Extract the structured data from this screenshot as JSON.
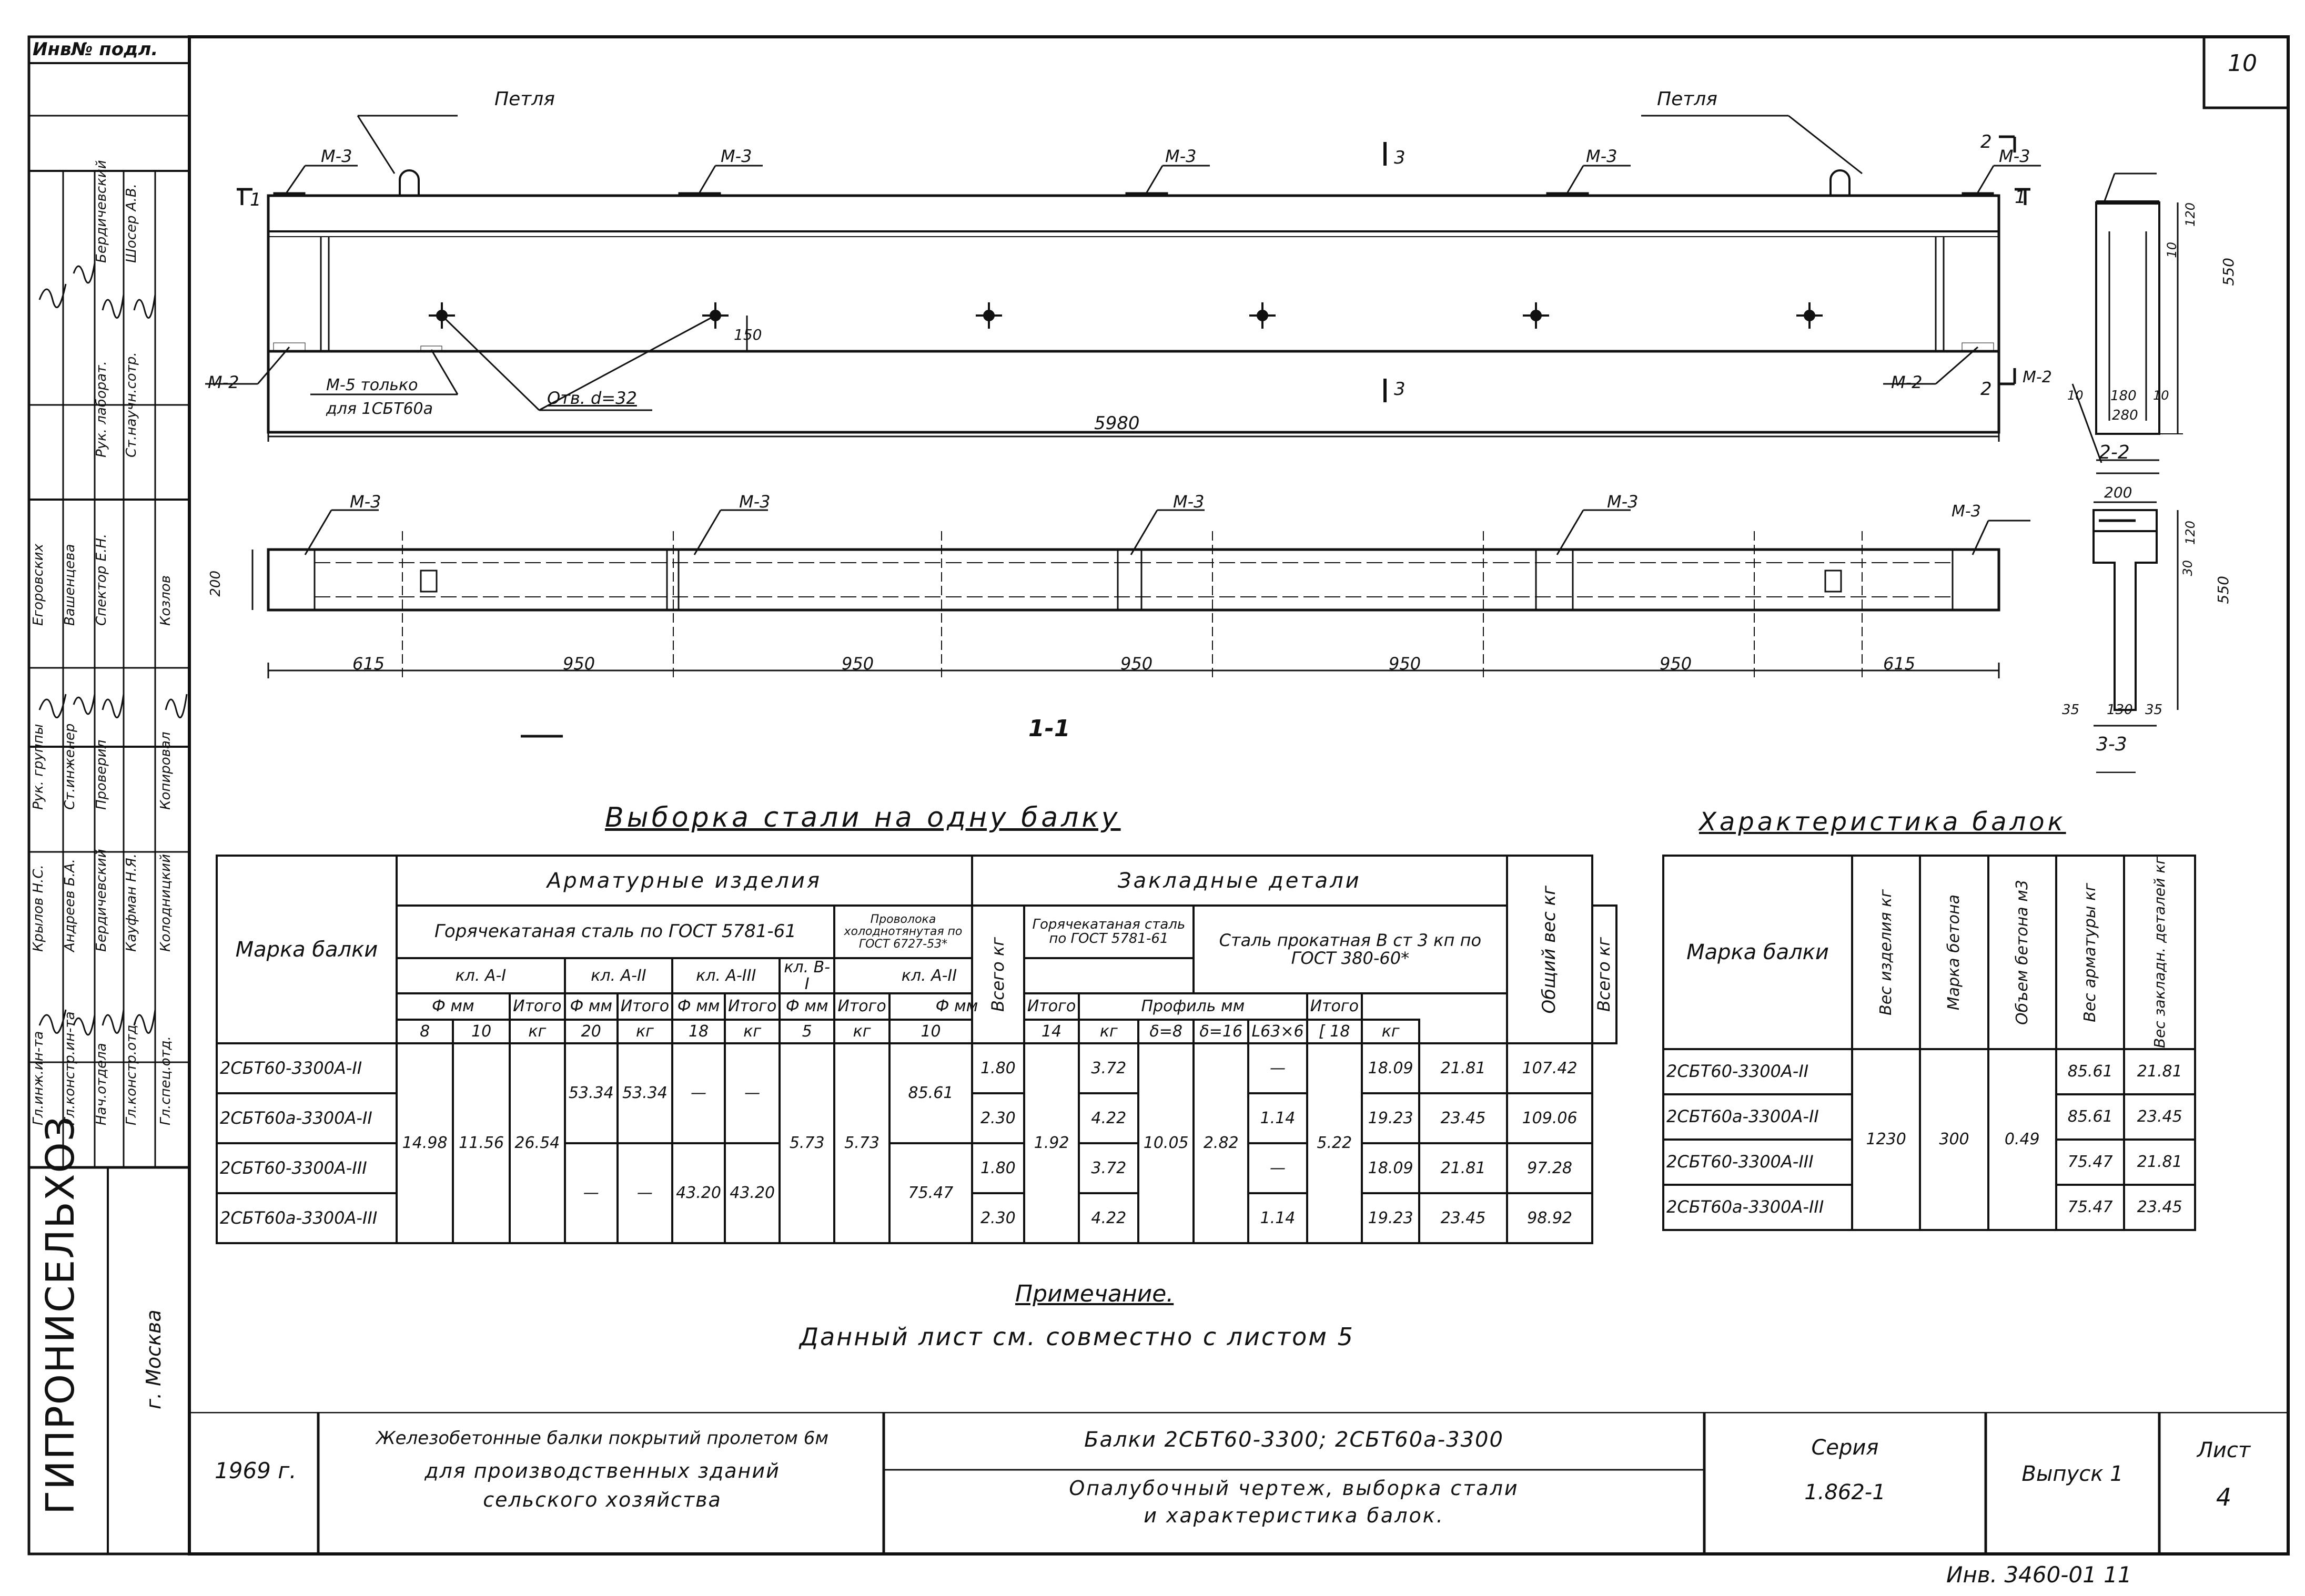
{
  "sheet": {
    "number": "10",
    "inventory_label": "Инв№ подл.",
    "stamp_bottom": "Инв. 3460-01 11"
  },
  "drawing": {
    "loop_left": "Петля",
    "loop_right": "Петля",
    "m3": "М-3",
    "m2": "М-2",
    "m5_note_line1": "М-5 только",
    "m5_note_line2": "для 1СБТ60а",
    "hole_note": "Отв. d=32",
    "section_1_mark": "1",
    "section_2_mark": "2",
    "section_3_mark": "3",
    "dim_150": "150",
    "dim_5980": "5980",
    "dim_200": "200",
    "dim_615": "615",
    "dim_950": "950",
    "view_label": "1-1",
    "sec22": {
      "label": "2-2",
      "d120": "120",
      "d10": "10",
      "d550": "550",
      "d180": "180",
      "d280": "280"
    },
    "sec33": {
      "label": "3-3",
      "d200": "200",
      "d120": "120",
      "d30": "30",
      "d550": "550",
      "d35": "35",
      "d130": "130"
    }
  },
  "steel": {
    "title": "Выборка стали на одну балку",
    "h_mark": "Марка балки",
    "h_arm": "Арматурные изделия",
    "h_hot": "Горячекатаная сталь по ГОСТ 5781-61",
    "h_wire": "Проволока холоднотянутая по ГОСТ 6727-53*",
    "h_cls1": "кл. А-I",
    "h_cls2": "кл. А-II",
    "h_cls3": "кл. А-III",
    "h_clsb": "кл. В-I",
    "h_dia_mm": "Ф мм",
    "h_itogo": "Итого",
    "h_vsego": "Всего кг",
    "h_emb": "Закладные детали",
    "h_hot2": "Горячекатаная сталь по ГОСТ 5781-61",
    "h_cls2b": "кл. А-II",
    "h_rolled": "Сталь прокатная В ст 3 кп по ГОСТ 380-60*",
    "h_profile": "Профиль мм",
    "h_total": "Общий вес кг",
    "u_kg": "кг",
    "d8": "8",
    "d10": "10",
    "d20": "20",
    "d18": "18",
    "d5": "5",
    "d14": "14",
    "p_d8": "δ=8",
    "p_d16": "δ=16",
    "p_l63": "L63×6",
    "p_c18": "[ 18",
    "rows": [
      {
        "mark": "2СБТ60-3300А-II",
        "wire_total": "85.61",
        "e10": "1.80",
        "e_itogo": "3.72",
        "l63": "—",
        "e_itog2": "18.09",
        "e_vsego": "21.81",
        "total": "107.42"
      },
      {
        "mark": "2СБТ60а-3300А-II",
        "e10": "2.30",
        "e_itogo": "4.22",
        "l63": "1.14",
        "e_itog2": "19.23",
        "e_vsego": "23.45",
        "total": "109.06"
      },
      {
        "mark": "2СБТ60-3300А-III",
        "wire_total": "75.47",
        "e10": "1.80",
        "e_itogo": "3.72",
        "l63": "—",
        "e_itog2": "18.09",
        "e_vsego": "21.81",
        "total": "97.28"
      },
      {
        "mark": "2СБТ60а-3300А-III",
        "e10": "2.30",
        "e_itogo": "4.22",
        "l63": "1.14",
        "e_itog2": "19.23",
        "e_vsego": "23.45",
        "total": "98.92"
      }
    ],
    "shared": {
      "a8": "14.98",
      "a10": "11.56",
      "a_it": "26.54",
      "a20": "53.34",
      "a20it": "53.34",
      "dash": "—",
      "a18": "43.20",
      "a18it": "43.20",
      "b5": "5.73",
      "b5it": "5.73",
      "e14": "1.92",
      "d8v": "10.05",
      "d16v": "2.82",
      "c18v": "5.22"
    }
  },
  "char": {
    "title": "Характеристика балок",
    "h_mark": "Марка балки",
    "h_weight": "Вес изделия кг",
    "h_concrete": "Марка бетона",
    "h_volume": "Объем бетона м3",
    "h_arm": "Вес арматуры кг",
    "h_emb": "Вес закладн. деталей кг",
    "weight": "1230",
    "concrete": "300",
    "volume": "0.49",
    "rows": [
      {
        "mark": "2СБТ60-3300А-II",
        "arm": "85.61",
        "emb": "21.81"
      },
      {
        "mark": "2СБТ60а-3300А-II",
        "arm": "85.61",
        "emb": "23.45"
      },
      {
        "mark": "2СБТ60-3300А-III",
        "arm": "75.47",
        "emb": "21.81"
      },
      {
        "mark": "2СБТ60а-3300А-III",
        "arm": "75.47",
        "emb": "23.45"
      }
    ]
  },
  "note": {
    "title": "Примечание.",
    "text": "Данный лист см. совместно с листом 5"
  },
  "title_block": {
    "org": "ГИПРОНИСЕЛЬХОЗ",
    "city": "г. Москва",
    "year": "1969 г.",
    "desc1": "Железобетонные балки покрытий пролетом 6м",
    "desc2": "для производственных зданий",
    "desc3": "сельского хозяйства",
    "title": "Балки 2СБТ60-3300; 2СБТ60а-3300",
    "sub1": "Опалубочный чертеж, выборка стали",
    "sub2": "и характеристика балок.",
    "series_label": "Серия",
    "series": "1.862-1",
    "issue": "Выпуск 1",
    "sheet_label": "Лист",
    "sheet": "4"
  },
  "sidebar": {
    "roles": [
      "Гл.инж.ин-та",
      "Гл.констр.ин-та",
      "Нач.отдела",
      "Гл.констр.отд.",
      "Гл.спец.отд."
    ],
    "names": [
      "Крылов Н.С.",
      "Андреев Б.А.",
      "Бердичевский",
      "Кауфман Н.Я.",
      "Колодницкий"
    ],
    "roles2": [
      "Рук. группы",
      "Ст.инженер",
      "Проверил",
      "Копировал"
    ],
    "names2": [
      "Егоровских",
      "Вашенцева",
      "Спектор Е.Н.",
      "Козлов"
    ],
    "roles3": [
      "Рук. лаборат.",
      "Ст.научн.сотр."
    ],
    "names3": [
      "Бердичевский",
      "Шосер А.В."
    ]
  }
}
